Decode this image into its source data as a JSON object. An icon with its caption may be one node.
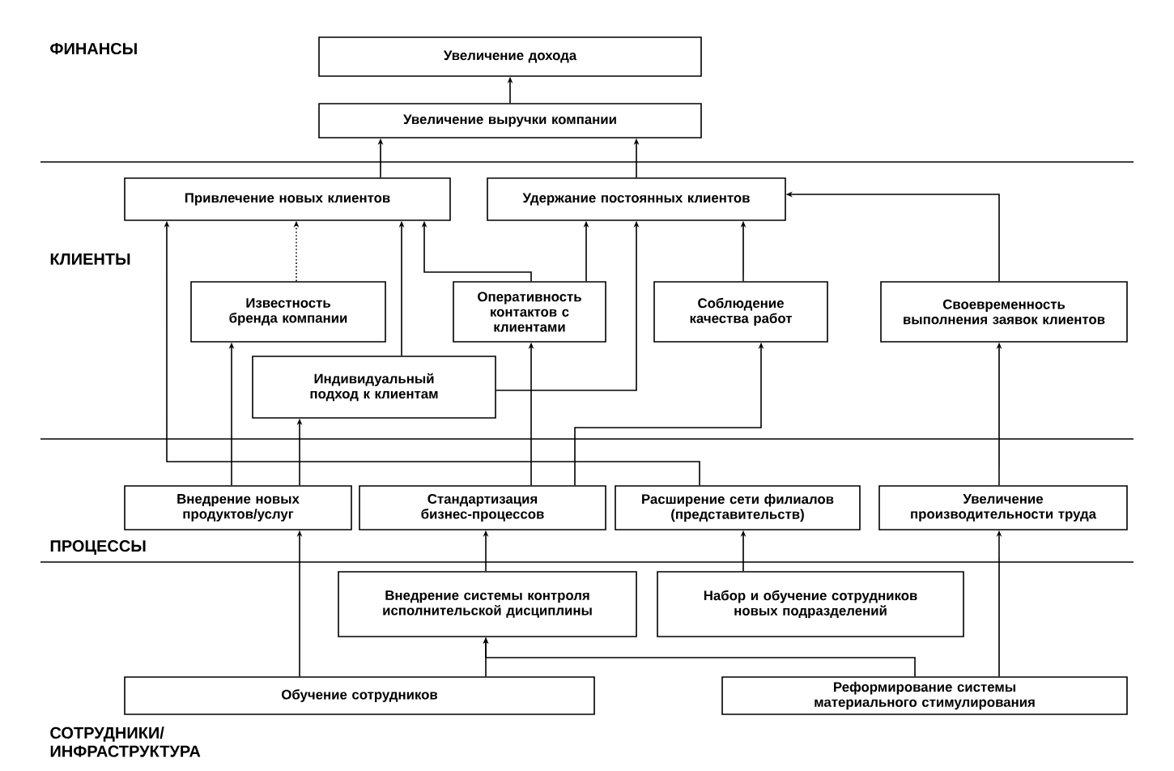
{
  "diagram": {
    "nodes": [
      {
        "text": [
          "Увеличение дохода"
        ]
      },
      {
        "text": [
          "Увеличение выручки компании"
        ]
      },
      {
        "text": [
          "Привлечение новых клиентов"
        ]
      },
      {
        "text": [
          "Удержание постоянных клиентов"
        ]
      },
      {
        "text": [
          "Известность бренда компании"
        ]
      },
      {
        "text": [
          "Оперативность контактов с клиентами"
        ]
      },
      {
        "text": [
          "Соблюдение качества работ"
        ]
      },
      {
        "text": [
          "Своевременность выполнения заявок клиентов"
        ]
      },
      {
        "text": [
          "Индивидуальный подход к клиентам"
        ]
      },
      {
        "text": [
          "Внедрение новых продуктов/услуг"
        ]
      },
      {
        "text": [
          "Стандартизация бизнес-процессов"
        ]
      },
      {
        "text": [
          "Расширение сети филиалов (представительств)"
        ]
      },
      {
        "text": [
          "Увеличение производительности труда"
        ]
      },
      {
        "text": [
          "Внедрение системы контроля исполнительской дисциплины"
        ]
      },
      {
        "text": [
          "Набор и обучение сотрудников новых подразделений"
        ]
      },
      {
        "text": [
          "Обучение сотрудников"
        ]
      },
      {
        "text": [
          "Реформирование системы материального стимулирования"
        ]
      }
    ],
    "edges": [
      {
        "from": 1,
        "to": 0,
        "arrow": "to"
      },
      {
        "from": 2,
        "to": 1,
        "arrow": "to"
      },
      {
        "from": 3,
        "to": 1,
        "arrow": "to"
      },
      {
        "from": 4,
        "to": 2,
        "arrow": "to",
        "style": "dashed"
      },
      {
        "from": 8,
        "to": 2,
        "arrow": "to"
      },
      {
        "from": 5,
        "to": 2,
        "arrow": "to"
      },
      {
        "from": 8,
        "to": 3,
        "arrow": "to"
      },
      {
        "from": 5,
        "to": 3,
        "arrow": "to"
      },
      {
        "from": 6,
        "to": 3,
        "arrow": "to"
      },
      {
        "from": 7,
        "to": 3,
        "arrow": "to"
      },
      {
        "from": 11,
        "to": 2,
        "arrow": "to"
      },
      {
        "from": 9,
        "to": 4,
        "arrow": "to"
      },
      {
        "from": 9,
        "to": 8,
        "arrow": "to"
      },
      {
        "from": 10,
        "to": 5,
        "arrow": "to"
      },
      {
        "from": 10,
        "to": 6,
        "arrow": "to"
      },
      {
        "from": 12,
        "to": 7,
        "arrow": "to"
      },
      {
        "from": 13,
        "to": 10,
        "arrow": "to"
      },
      {
        "from": 14,
        "to": 11,
        "arrow": "to"
      },
      {
        "from": 15,
        "to": 9,
        "arrow": "to"
      },
      {
        "from": 15,
        "to": 13,
        "arrow": "to"
      },
      {
        "from": 16,
        "to": 13,
        "arrow": "to"
      },
      {
        "from": 16,
        "to": 12,
        "arrow": "to"
      }
    ],
    "labels": [
      "ФИНАНСЫ",
      "КЛИЕНТЫ",
      "ПРОЦЕССЫ",
      "СОТРУДНИКИ/ ИНФРАСТРУКТУРА"
    ]
  }
}
